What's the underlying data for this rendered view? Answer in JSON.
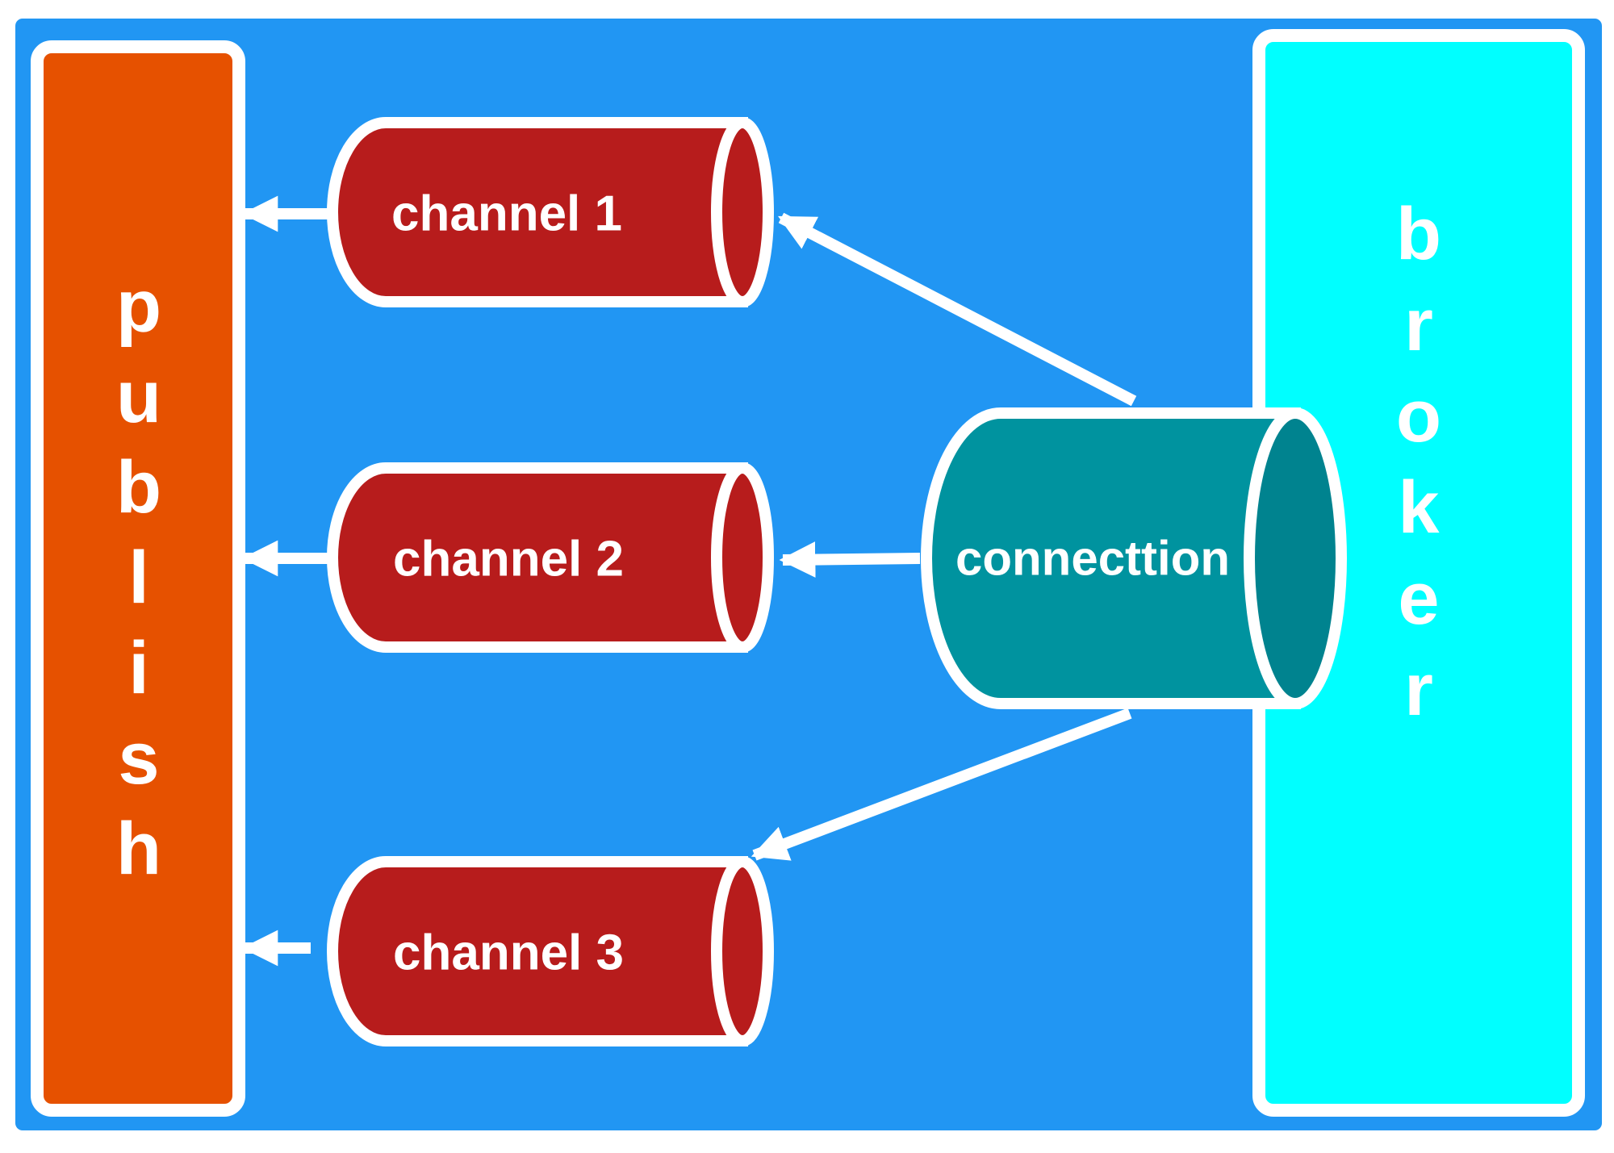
{
  "colors": {
    "background": "#2196F3",
    "border": "#FFFFFF",
    "publish": "#E65100",
    "broker": "#00FFFF",
    "channel": "#B71C1C",
    "connection": "#00939F",
    "connection_cap": "#00838F"
  },
  "publish": {
    "label": "publish",
    "letters": [
      "p",
      "u",
      "b",
      "l",
      "i",
      "s",
      "h"
    ]
  },
  "broker": {
    "label": "broker",
    "letters": [
      "b",
      "r",
      "o",
      "k",
      "e",
      "r"
    ]
  },
  "channels": [
    {
      "label": "channel 1"
    },
    {
      "label": "channel 2"
    },
    {
      "label": "channel 3"
    }
  ],
  "connection": {
    "label": "connecttion"
  }
}
